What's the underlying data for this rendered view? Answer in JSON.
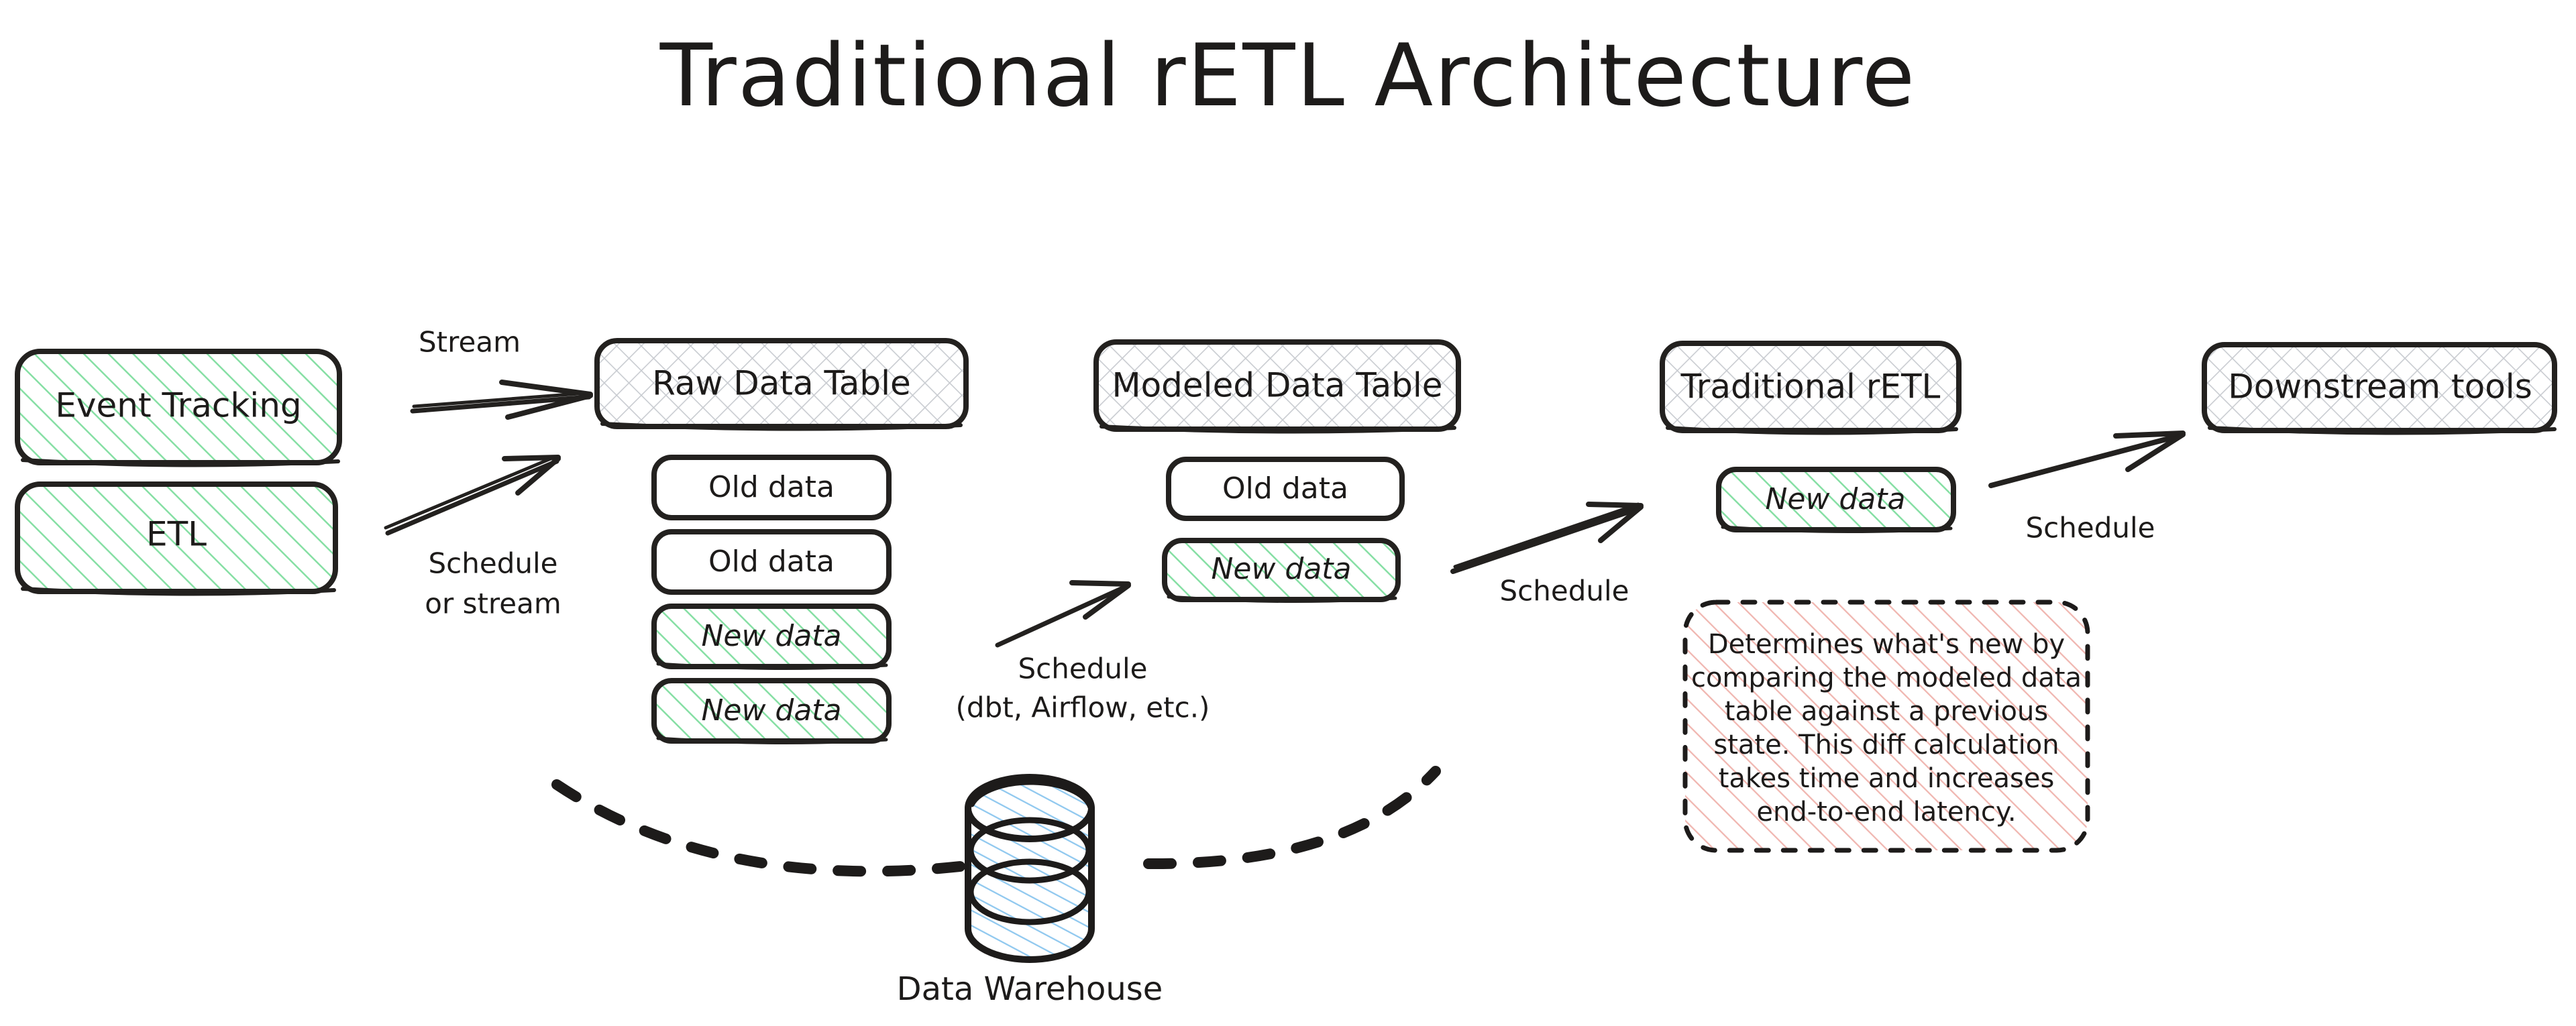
{
  "title": "Traditional rETL Architecture",
  "palette": {
    "ink": "#23211f",
    "green_hatch": "#86dfa4",
    "grey_hatch": "#c9ccd1",
    "blue_hatch": "#8fc8ef",
    "red_hatch": "#f0b6b0",
    "canvas": "#ffffff"
  },
  "sources": [
    {
      "label": "Event Tracking",
      "fill": "green-hatch"
    },
    {
      "label": "ETL",
      "fill": "green-hatch"
    }
  ],
  "columns": [
    {
      "header": "Raw Data Table",
      "header_fill": "grey-crosshatch",
      "rows": [
        {
          "label": "Old data",
          "fill": "plain"
        },
        {
          "label": "Old data",
          "fill": "plain"
        },
        {
          "label": "New data",
          "fill": "green-hatch"
        },
        {
          "label": "New data",
          "fill": "green-hatch"
        }
      ]
    },
    {
      "header": "Modeled Data Table",
      "header_fill": "grey-crosshatch",
      "rows": [
        {
          "label": "Old data",
          "fill": "plain"
        },
        {
          "label": "New data",
          "fill": "green-hatch"
        }
      ]
    },
    {
      "header": "Traditional rETL",
      "header_fill": "grey-crosshatch",
      "rows": [
        {
          "label": "New data",
          "fill": "green-hatch"
        }
      ]
    }
  ],
  "sink": {
    "label": "Downstream tools",
    "fill": "grey-crosshatch"
  },
  "warehouse": {
    "label": "Data Warehouse",
    "fill": "blue-hatch"
  },
  "edge_labels": {
    "stream": "Stream",
    "schedule_or_stream_line1": "Schedule",
    "schedule_or_stream_line2": "or stream",
    "schedule_tools_line1": "Schedule",
    "schedule_tools_line2": "(dbt, Airflow, etc.)",
    "schedule_modeled_to_retl": "Schedule",
    "schedule_retl_to_downstream": "Schedule"
  },
  "note": {
    "fill": "red-hatch",
    "border": "dashed",
    "lines": [
      "Determines what's new by",
      "comparing the modeled data",
      "table against a previous",
      "state. This diff calculation",
      "takes time and increases",
      "end-to-end latency."
    ]
  }
}
